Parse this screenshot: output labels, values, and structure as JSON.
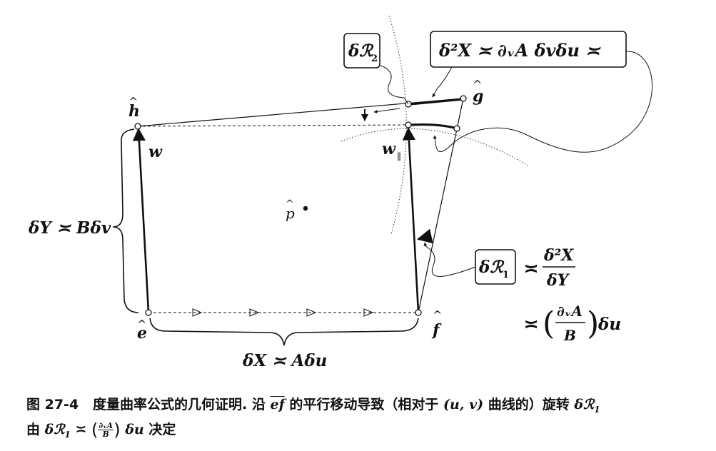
{
  "diagram": {
    "labels": {
      "h": "h",
      "e": "e",
      "f": "f",
      "g": "g",
      "p": "p",
      "w": "w",
      "w_par": "w",
      "w_par_sub": "∥",
      "delta_y": "δY ≍ Bδv",
      "delta_x": "δX ≍ Aδu",
      "dR2": "δℛ",
      "dR2_sub": "2",
      "top_box": "δ²X ≍ ∂ᵥA δvδu ≍",
      "dR1": "δℛ",
      "dR1_sub": "1",
      "asymp": "≍",
      "frac_num": "δ²X",
      "frac_den": "δY",
      "asymp2": "≍",
      "frac2_num": "∂ᵥA",
      "frac2_den": "B",
      "du": "δu"
    }
  },
  "caption": {
    "figure_label": "图 27-4",
    "line1_a": "度量曲率公式的几何证明. 沿",
    "path": "ef",
    "line1_b": "的平行移动导致（相对于",
    "uv": "(u, v)",
    "line1_c": "曲线的）旋转",
    "rot": "δℛ",
    "rot_sub": "1",
    "line2_a": "由",
    "eq_lhs": "δℛ",
    "eq_sub": "1",
    "eq_asymp": "≍",
    "eq_num": "∂ᵥA",
    "eq_den": "B",
    "eq_du": "δu",
    "line2_b": "决定"
  }
}
